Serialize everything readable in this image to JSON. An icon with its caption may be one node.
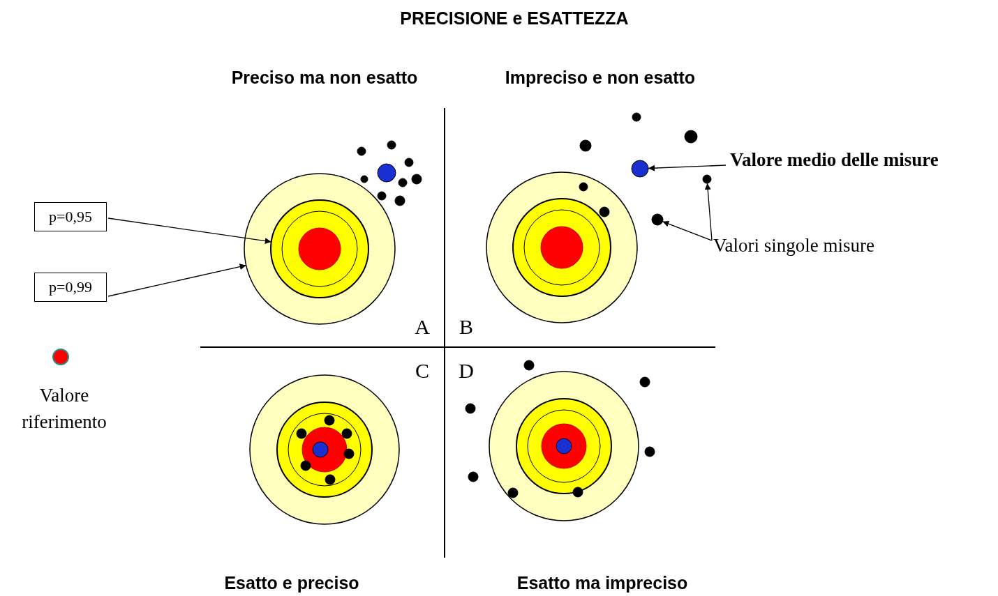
{
  "diagram": {
    "title": "PRECISIONE e ESATTEZZA",
    "nodes": [
      {
        "text": [
          "p=0,95"
        ]
      },
      {
        "text": [
          "p=0,99"
        ]
      },
      {
        "text": [],
        "shape": "circle"
      },
      {
        "text": [],
        "shape": "circle",
        "in": 2
      },
      {
        "text": [],
        "shape": "circle"
      },
      {
        "text": [],
        "shape": "circle"
      },
      {
        "text": [],
        "shape": "circle"
      },
      {
        "text": [],
        "shape": "circle"
      },
      {
        "text": [],
        "shape": "circle"
      },
      {
        "text": [],
        "shape": "circle"
      },
      {
        "text": [],
        "shape": "circle"
      },
      {
        "text": [],
        "shape": "circle"
      },
      {
        "text": [],
        "shape": "circle"
      },
      {
        "text": [
          "Valore medio delle misure"
        ]
      },
      {
        "text": [],
        "shape": "circle"
      },
      {
        "text": [],
        "shape": "circle"
      },
      {
        "text": [],
        "shape": "circle"
      },
      {
        "text": [],
        "shape": "circle"
      },
      {
        "text": [],
        "shape": "circle"
      },
      {
        "text": [],
        "shape": "circle"
      },
      {
        "text": [],
        "shape": "circle"
      },
      {
        "text": [],
        "shape": "circle"
      },
      {
        "text": [
          "Valori singole misure"
        ]
      },
      {
        "text": [],
        "shape": "circle"
      },
      {
        "text": [],
        "shape": "circle"
      },
      {
        "text": [],
        "shape": "circle"
      },
      {
        "text": [],
        "shape": "circle"
      },
      {
        "text": [],
        "shape": "circle"
      },
      {
        "text": [],
        "shape": "circle"
      },
      {
        "text": [],
        "shape": "circle"
      },
      {
        "text": [],
        "shape": "circle"
      },
      {
        "text": [],
        "shape": "circle"
      },
      {
        "text": [],
        "shape": "circle"
      },
      {
        "text": [],
        "shape": "circle"
      },
      {
        "text": [],
        "shape": "circle"
      },
      {
        "text": [],
        "shape": "circle"
      },
      {
        "text": [],
        "shape": "circle"
      },
      {
        "text": [],
        "shape": "circle"
      }
    ],
    "edges": [
      {
        "from": 0,
        "to": 3,
        "arrow": "to"
      },
      {
        "from": 1,
        "to": 2,
        "arrow": "to"
      },
      {
        "from": 13,
        "to": 17,
        "arrow": "to"
      },
      {
        "from": 22,
        "to": 18,
        "arrow": "to"
      },
      {
        "from": 22,
        "to": 21,
        "arrow": "to"
      }
    ],
    "labels": [
      "Preciso ma non esatto",
      "Impreciso e non esatto",
      "A",
      "B",
      "C",
      "D",
      "Esatto e preciso",
      "Esatto ma impreciso"
    ],
    "legend": [
      {
        "text": "Valore riferimento",
        "color": "#ff0000"
      }
    ]
  }
}
